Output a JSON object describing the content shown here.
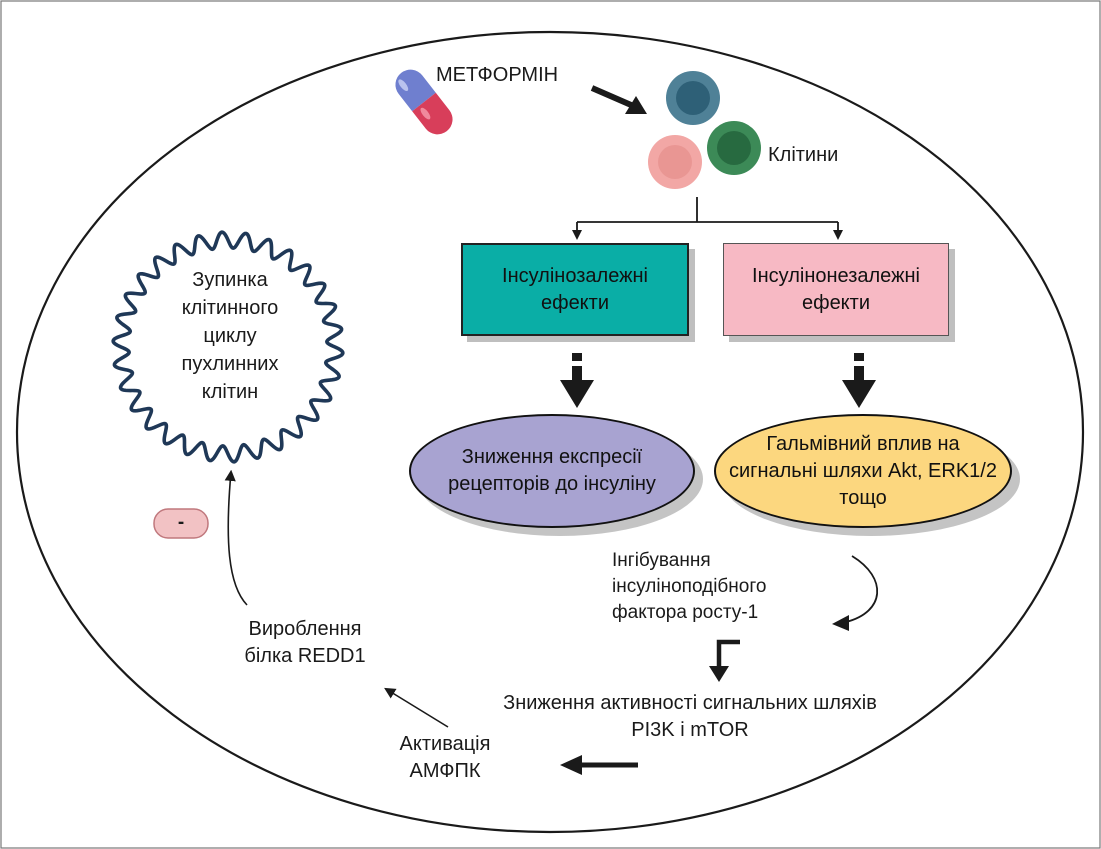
{
  "drug": {
    "label": "МЕТФОРМІН",
    "icon": "capsule-icon"
  },
  "cells": {
    "label": "Клітини"
  },
  "insulin_dependent": {
    "text": "Інсулінозалежні ефекти",
    "color": "#0aaea6"
  },
  "insulin_independent": {
    "text": "Інсулінонезалежні ефекти",
    "color": "#f7b9c4"
  },
  "receptor_expression": {
    "text": "Зниження експресії рецепторів до інсуліну",
    "color": "#a8a3d1"
  },
  "akt_inhibition": {
    "text": "Гальмівний вплив на сигнальні шляхи Akt, ERK1/2 тощо",
    "color": "#fcd77f"
  },
  "igf1_inhibition": {
    "text": "Інгібування інсуліноподібного фактора росту-1"
  },
  "pi3k_mtor": {
    "text": "Зниження активності сигнальних шляхів PI3K і mTOR"
  },
  "ampk": {
    "text": "Активація АМФПК"
  },
  "redd1": {
    "text": "Вироблення білка REDD1"
  },
  "cell_cycle_arrest": {
    "text": "Зупинка клітинного циклу пухлинних клітин"
  },
  "inhibition_badge": {
    "label": "-"
  }
}
